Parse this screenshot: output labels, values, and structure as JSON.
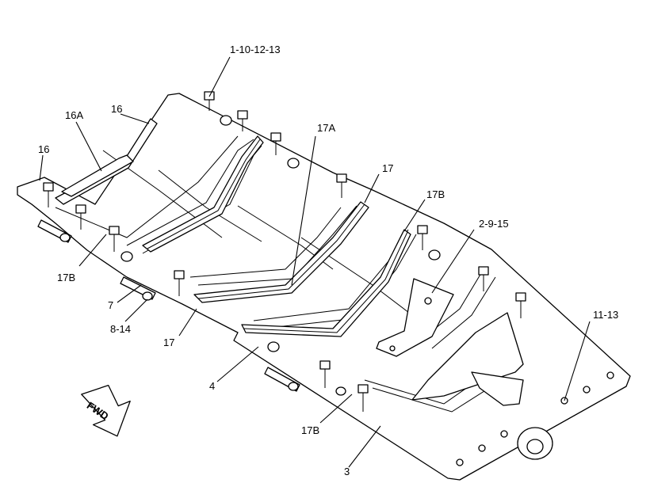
{
  "direction_label": "FWD",
  "callouts": [
    "1-10-12-13",
    "16",
    "16A",
    "16",
    "17A",
    "17",
    "17B",
    "2-9-15",
    "17B",
    "7",
    "8-14",
    "17",
    "4",
    "11-13",
    "17B",
    "3"
  ]
}
